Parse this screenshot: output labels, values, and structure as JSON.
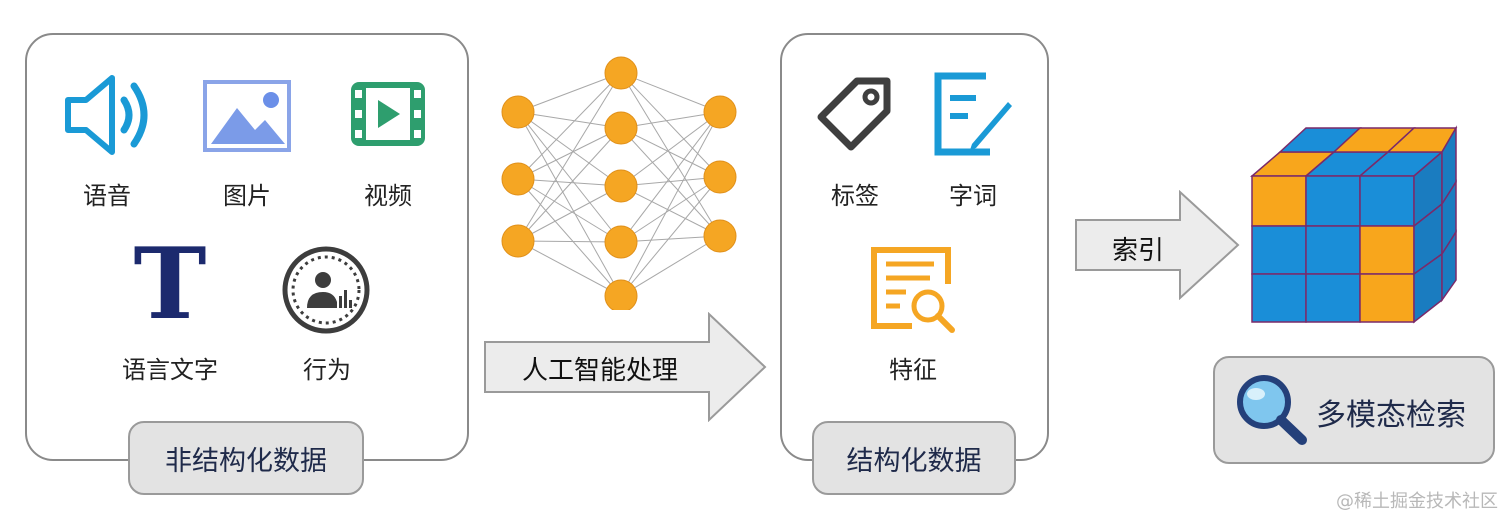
{
  "unstructured": {
    "items": [
      {
        "label": "语音"
      },
      {
        "label": "图片"
      },
      {
        "label": "视频"
      },
      {
        "label": "语言文字"
      },
      {
        "label": "行为"
      }
    ],
    "tag": "非结构化数据"
  },
  "process_arrow": {
    "label": "人工智能处理"
  },
  "structured": {
    "items": [
      {
        "label": "标签"
      },
      {
        "label": "字词"
      },
      {
        "label": "特征"
      }
    ],
    "tag": "结构化数据"
  },
  "index_arrow": {
    "label": "索引"
  },
  "search": {
    "label": "多模态检索"
  },
  "watermark": "@稀土掘金技术社区",
  "colors": {
    "node": "#f5a623",
    "blue_icon": "#1a9ad6",
    "cube_blue": "#1a8ed8",
    "cube_orange": "#f8a61c",
    "text_symbol": "#1c2a6e"
  },
  "text_symbol_glyph": "T"
}
